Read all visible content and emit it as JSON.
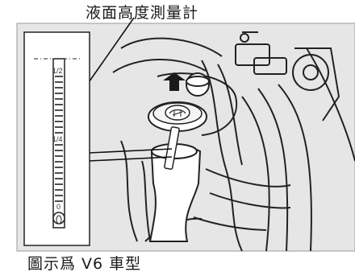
{
  "callout": {
    "title": "液面高度測量計"
  },
  "gauge": {
    "labels": [
      "1/2",
      "1/4",
      "0"
    ]
  },
  "caption": {
    "text": "圖示爲 V6 車型"
  },
  "colors": {
    "background": "#e8e8e8",
    "panel": "#ffffff",
    "line": "#1a1a1a",
    "arrow": "#1a1a1a"
  },
  "icons": {
    "arrow": "up-arrow-icon",
    "washer_cap": "windshield-washer-icon"
  }
}
